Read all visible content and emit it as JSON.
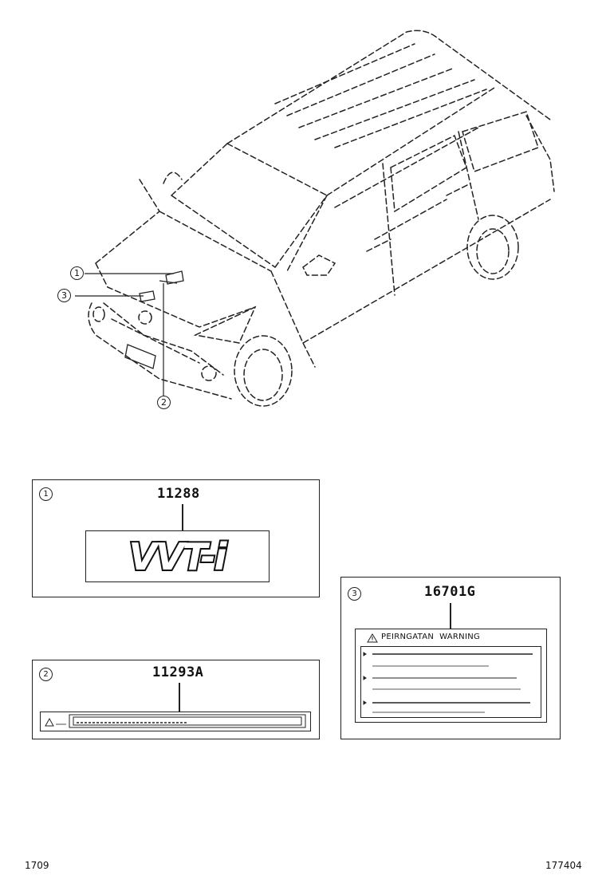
{
  "callouts": [
    "1",
    "2",
    "3"
  ],
  "parts": [
    {
      "index": "1",
      "part_number": "11288",
      "label_text": "VVT-i"
    },
    {
      "index": "2",
      "part_number": "11293A"
    },
    {
      "index": "3",
      "part_number": "16701G",
      "label_heading": "PEIRNGATAN  WARNING"
    }
  ],
  "footer": {
    "left": "1709",
    "right": "177404"
  }
}
